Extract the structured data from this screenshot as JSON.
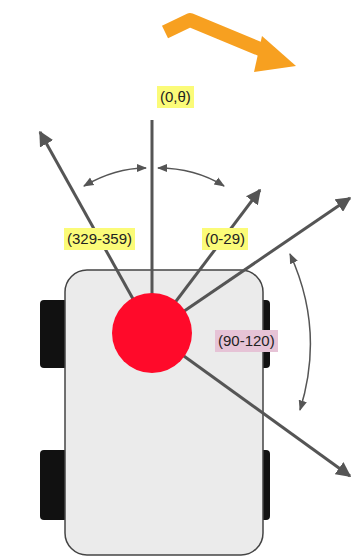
{
  "diagram": {
    "labels": [
      "(0,θ)",
      "(329-359)",
      "(0-29)",
      "(90-120)"
    ]
  }
}
